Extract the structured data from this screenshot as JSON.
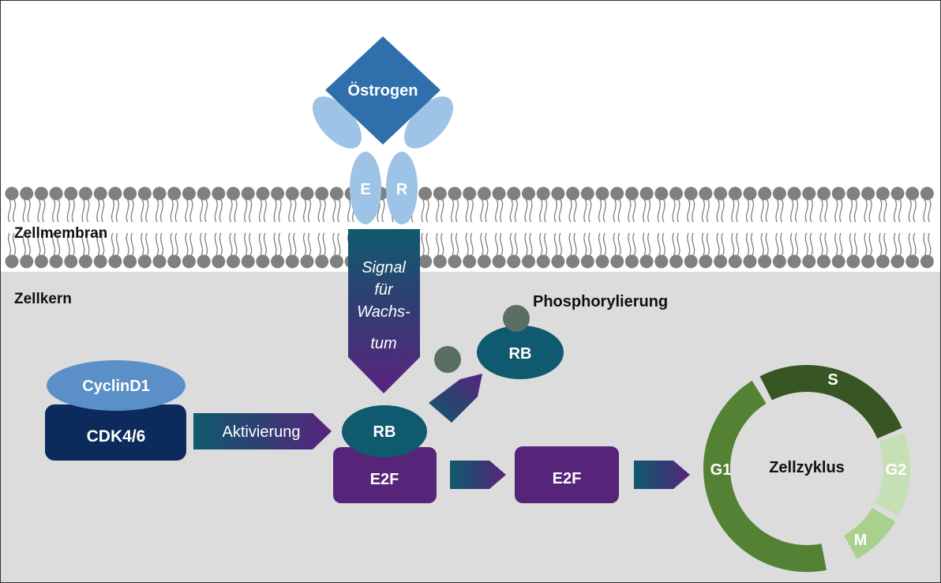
{
  "labels": {
    "estrogen": "Östrogen",
    "receptor_e": "E",
    "receptor_r": "R",
    "membrane": "Zellmembran",
    "nucleus": "Zellkern",
    "signal_lines": [
      "Signal",
      "für",
      "Wachs-",
      "tum"
    ],
    "phosphorylation": "Phosphorylierung",
    "rb_top": "RB",
    "rb_main": "RB",
    "cyclin": "CyclinD1",
    "cdk": "CDK4/6",
    "activation": "Aktivierung",
    "e2f_bound": "E2F",
    "e2f_free": "E2F",
    "cell_cycle": "Zellzyklus",
    "phase_g1": "G1",
    "phase_s": "S",
    "phase_g2": "G2",
    "phase_m": "M"
  },
  "colors": {
    "nucleus_bg": "#dcdcdc",
    "membrane": "#808080",
    "estrogen": "#2e6fac",
    "receptor": "#9dc3e6",
    "teal": "#0f5a6e",
    "purple": "#562479",
    "cdk": "#0c2a5c",
    "cyclin": "#5b8fc7",
    "phosphate": "#5b6e62",
    "g1": "#548235",
    "s": "#375623",
    "g2": "#c5e0b4",
    "m": "#a9d18e"
  }
}
